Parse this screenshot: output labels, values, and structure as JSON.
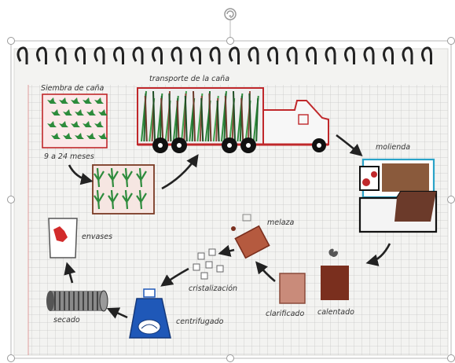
{
  "labels": {
    "siembra": "Siembra de caña",
    "meses": "9 a 24 meses",
    "transporte": "transporte de la caña",
    "molienda": "molienda",
    "melaza": "melaza",
    "cristalizacion": "cristalización",
    "clarificado": "clarificado",
    "calentado": "calentado",
    "centrifugado": "centrifugado",
    "secado": "secado",
    "envasado": "envases"
  },
  "colors": {
    "paper": "#f3f3f1",
    "grid": "#c9c9c7",
    "cane_green": "#2e8b3c",
    "truck_red": "#c0282b",
    "mill_blue": "#2aa3c8",
    "brown": "#7a3a24",
    "blue_centrifuge": "#1f58b8"
  }
}
